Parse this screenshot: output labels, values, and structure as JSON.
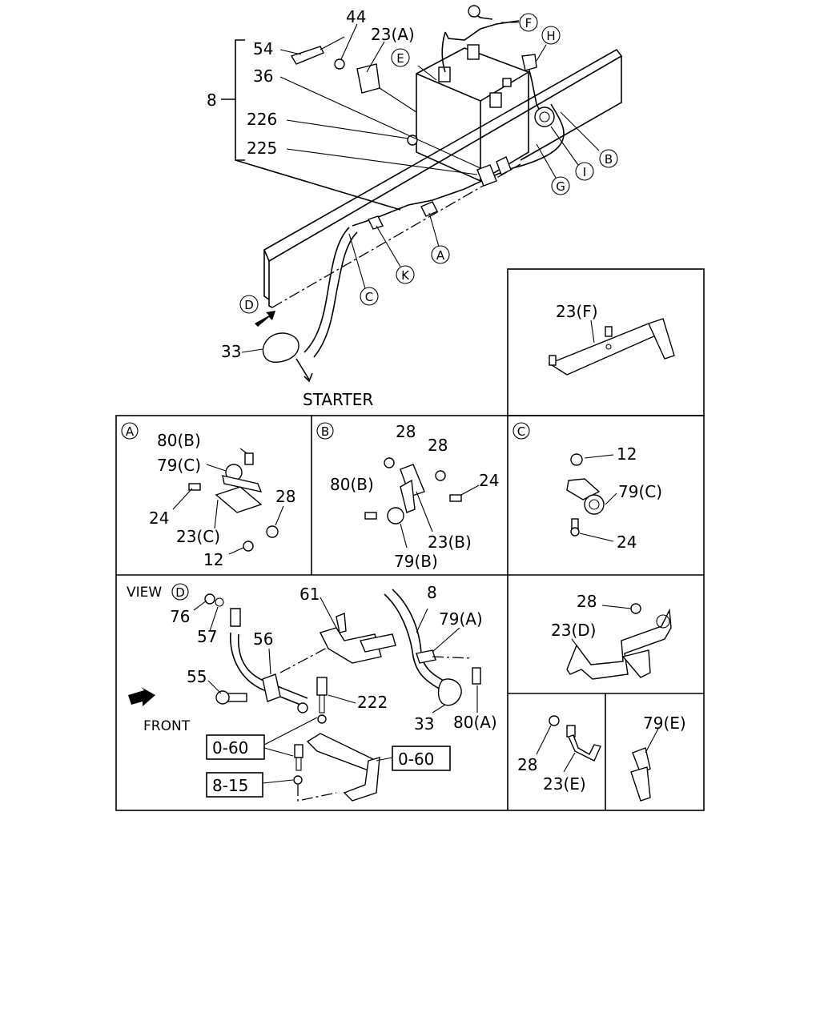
{
  "callouts": {
    "p44": "44",
    "p23A": "23(A)",
    "p54": "54",
    "p36": "36",
    "p8": "8",
    "p226": "226",
    "p225": "225",
    "p33": "33",
    "starter": "STARTER"
  },
  "circle_letters": {
    "E": "E",
    "F": "F",
    "H": "H",
    "B": "B",
    "I": "I",
    "G": "G",
    "A": "A",
    "K": "K",
    "C": "C",
    "D": "D"
  },
  "panel_f": {
    "label": "23(F)"
  },
  "panel_a": {
    "letter": "A",
    "labels": [
      "80(B)",
      "79(C)",
      "24",
      "28",
      "23(C)",
      "12"
    ]
  },
  "panel_b": {
    "letter": "B",
    "labels": [
      "28",
      "28",
      "80(B)",
      "24",
      "23(B)",
      "79(B)"
    ]
  },
  "panel_c": {
    "letter": "C",
    "labels": [
      "12",
      "79(C)",
      "24"
    ]
  },
  "view_d": {
    "title": "VIEW",
    "letter": "D",
    "labels": [
      "76",
      "57",
      "61",
      "8",
      "79(A)",
      "56",
      "55",
      "222",
      "33",
      "80(A)",
      "FRONT"
    ],
    "boxes": [
      "0-60",
      "0-60",
      "8-15"
    ]
  },
  "panel_d": {
    "labels": [
      "28",
      "23(D)"
    ]
  },
  "panel_e": {
    "labels": [
      "28",
      "23(E)"
    ]
  },
  "panel_79e": {
    "label": "79(E)"
  }
}
